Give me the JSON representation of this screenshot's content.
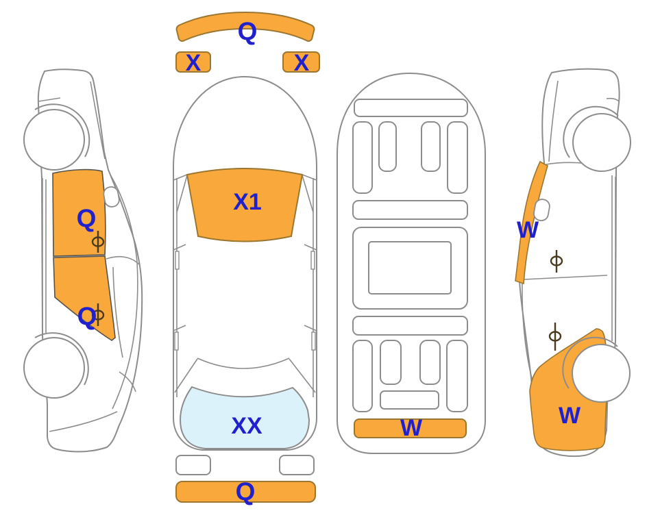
{
  "diagram": {
    "kind": "car-damage-inspection-diagram",
    "views": {
      "left_side": {
        "labels": {
          "front_door": "Q",
          "rear_door": "Q"
        }
      },
      "top": {
        "labels": {
          "front_bumper": "Q",
          "headlight_left": "X",
          "headlight_right": "X",
          "windshield": "X1",
          "trunk": "XX",
          "rear_bumper": "Q"
        }
      },
      "underbody": {
        "labels": {
          "rear_panel": "W"
        }
      },
      "right_side": {
        "labels": {
          "roof_side_rail": "W",
          "rear_quarter": "W"
        }
      }
    }
  },
  "colors": {
    "highlight_orange": "#F9A83C",
    "orange_border": "#9A7630",
    "door_border": "#55524B",
    "body_outline": "#8C8C8C",
    "label_blue": "#2020CC",
    "trunk_blue": "#DCF2FA",
    "white": "#FFFFFF"
  }
}
